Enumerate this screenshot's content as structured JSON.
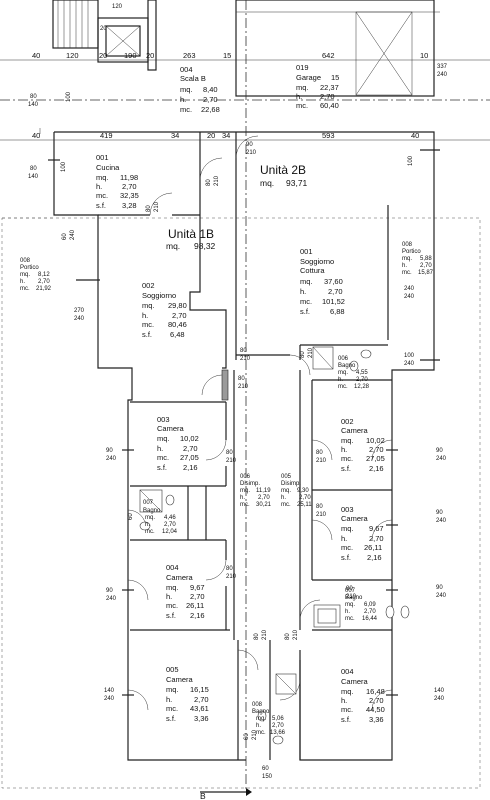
{
  "dimensions": {
    "top": [
      "40",
      "120",
      "20",
      "190",
      "20",
      "263",
      "15",
      "642",
      "10"
    ],
    "row2": [
      "40",
      "419",
      "34",
      "20",
      "34",
      "593",
      "40"
    ],
    "left80a": "80",
    "left140a": "140",
    "left100": "100",
    "small337": "337",
    "small240": "240",
    "row80a": "80",
    "row140a": "140",
    "top120": "120",
    "top20": "20"
  },
  "rooms": {
    "scala": {
      "code": "004",
      "name": "Scala B",
      "mq_k": "mq.",
      "mq": "8,40",
      "h_k": "h.",
      "h": "2,70",
      "mc_k": "mc.",
      "mc": "22,68"
    },
    "garage": {
      "code": "019",
      "name": "Garage",
      "num": "15",
      "mq_k": "mq.",
      "mq": "22,37",
      "h_k": "h.",
      "h": "2,70",
      "mc_k": "mc.",
      "mc": "60,40"
    },
    "cucina": {
      "code": "001",
      "name": "Cucina",
      "mq_k": "mq.",
      "mq": "11,98",
      "h_k": "h.",
      "h": "2,70",
      "mc_k": "mc.",
      "mc": "32,35",
      "sf_k": "s.f.",
      "sf": "3,28"
    },
    "soggiorno1": {
      "code": "002",
      "name": "Soggiorno",
      "mq_k": "mq.",
      "mq": "29,80",
      "h_k": "h.",
      "h": "2,70",
      "mc_k": "mc.",
      "mc": "80,46",
      "sf_k": "s.f.",
      "sf": "6,48"
    },
    "portico_l": {
      "code": "008",
      "name": "Portico",
      "mq_k": "mq.",
      "mq": "8,12",
      "h_k": "h.",
      "h": "2,70",
      "mc_k": "mc.",
      "mc": "21,92"
    },
    "portico_r": {
      "code": "008",
      "name": "Portico",
      "mq_k": "mq.",
      "mq": "5,88",
      "h_k": "h.",
      "h": "2,70",
      "mc_k": "mc.",
      "mc": "15,87"
    },
    "soggiorno2": {
      "code": "001",
      "name": "Soggiorno",
      "name2": "Cottura",
      "mq_k": "mq.",
      "mq": "37,60",
      "h_k": "h.",
      "h": "2,70",
      "mc_k": "mc.",
      "mc": "101,52",
      "sf_k": "s.f.",
      "sf": "6,88"
    },
    "bagno2a": {
      "code": "006",
      "name": "Bagno",
      "mq_k": "mq.",
      "mq": "4,55",
      "h_k": "h.",
      "h": "2,70",
      "mc_k": "mc.",
      "mc": "12,28"
    },
    "camera1_003": {
      "code": "003",
      "name": "Camera",
      "mq_k": "mq.",
      "mq": "10,02",
      "h_k": "h.",
      "h": "2,70",
      "mc_k": "mc.",
      "mc": "27,05",
      "sf_k": "s.f.",
      "sf": "2,16"
    },
    "camera2_002": {
      "code": "002",
      "name": "Camera",
      "mq_k": "mq.",
      "mq": "10,02",
      "h_k": "h.",
      "h": "2,70",
      "mc_k": "mc.",
      "mc": "27,05",
      "sf_k": "s.f.",
      "sf": "2,16"
    },
    "disimp1": {
      "code": "006",
      "name": "Disimp.",
      "mq_k": "mq.",
      "mq": "11,19",
      "h_k": "h.",
      "h": "2,70",
      "mc_k": "mc.",
      "mc": "30,21"
    },
    "disimp2": {
      "code": "005",
      "name": "Disimp.",
      "mq_k": "mq.",
      "mq": "9,30",
      "h_k": "h.",
      "h": "2,70",
      "mc_k": "mc.",
      "mc": "25,11"
    },
    "bagno1a": {
      "code": "007",
      "name": "Bagno",
      "mq_k": "mq.",
      "mq": "4,46",
      "h_k": "h.",
      "h": "2,70",
      "mc_k": "mc.",
      "mc": "12,04"
    },
    "camera2_003": {
      "code": "003",
      "name": "Camera",
      "mq_k": "mq.",
      "mq": "9,67",
      "h_k": "h.",
      "h": "2,70",
      "mc_k": "mc.",
      "mc": "26,11",
      "sf_k": "s.f.",
      "sf": "2,16"
    },
    "camera1_004": {
      "code": "004",
      "name": "Camera",
      "mq_k": "mq.",
      "mq": "9,67",
      "h_k": "h.",
      "h": "2,70",
      "mc_k": "mc.",
      "mc": "26,11",
      "sf_k": "s.f.",
      "sf": "2,16"
    },
    "bagno2b": {
      "code": "007",
      "name": "Bagno",
      "mq_k": "mq.",
      "mq": "6,09",
      "h_k": "h.",
      "h": "2,70",
      "mc_k": "mc.",
      "mc": "16,44"
    },
    "camera1_005": {
      "code": "005",
      "name": "Camera",
      "mq_k": "mq.",
      "mq": "16,15",
      "h_k": "h.",
      "h": "2,70",
      "mc_k": "mc.",
      "mc": "43,61",
      "sf_k": "s.f.",
      "sf": "3,36"
    },
    "bagno1b": {
      "code": "008",
      "name": "Bagno",
      "mq_k": "mq.",
      "mq": "5,06",
      "h_k": "h.",
      "h": "2,70",
      "mc_k": "mc.",
      "mc": "13,66"
    },
    "camera2_004": {
      "code": "004",
      "name": "Camera",
      "mq_k": "mq.",
      "mq": "16,48",
      "h_k": "h.",
      "h": "2,70",
      "mc_k": "mc.",
      "mc": "44,50",
      "sf_k": "s.f.",
      "sf": "3,36"
    }
  },
  "units": {
    "u1b": {
      "title": "Unità 1B",
      "mq_k": "mq.",
      "mq": "98,32"
    },
    "u2b": {
      "title": "Unità 2B",
      "mq_k": "mq.",
      "mq": "93,71"
    }
  },
  "openings": {
    "o90": "90",
    "o210": "210",
    "o80": "80",
    "o240": "240",
    "o100": "100",
    "o60": "60",
    "o270": "270",
    "o140": "140",
    "o150": "150"
  },
  "section_mark": "B"
}
